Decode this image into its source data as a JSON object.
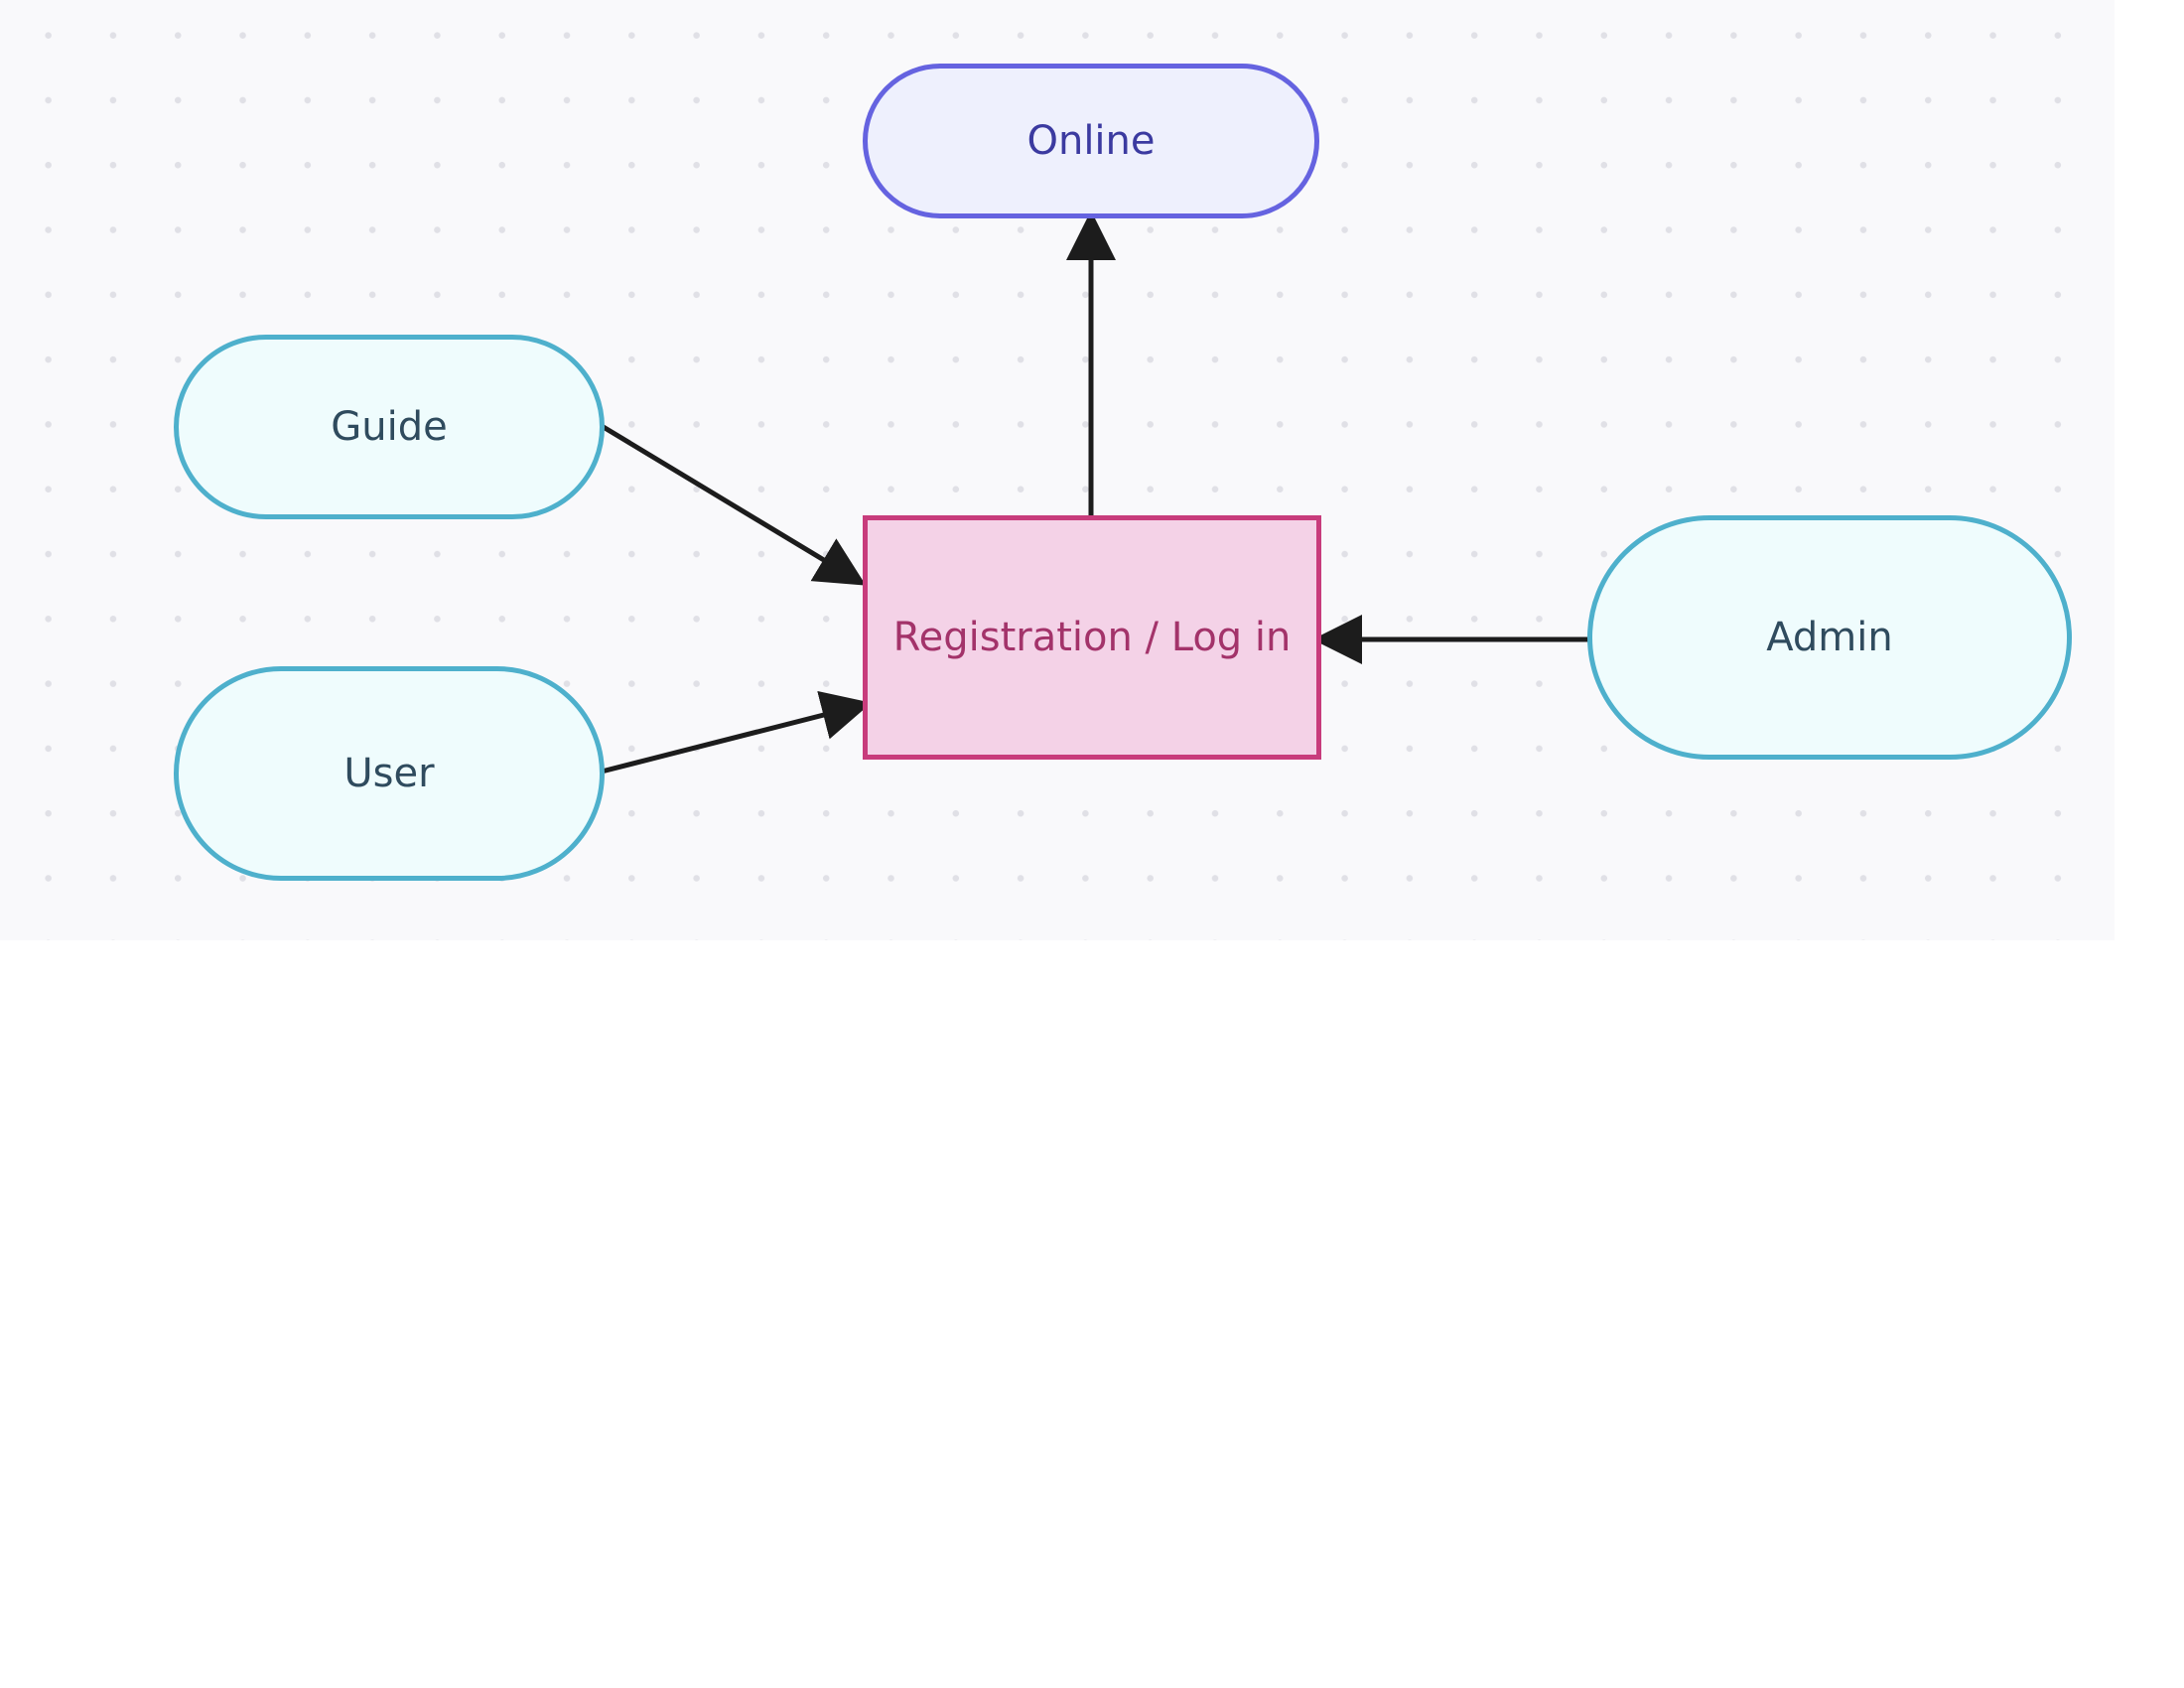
{
  "diagram": {
    "type": "flowchart",
    "nodes": [
      {
        "id": "online",
        "label": "Online",
        "shape": "terminal"
      },
      {
        "id": "guide",
        "label": "Guide",
        "shape": "terminal"
      },
      {
        "id": "user",
        "label": "User",
        "shape": "terminal"
      },
      {
        "id": "registration",
        "label": "Registration / Log in",
        "shape": "process"
      },
      {
        "id": "admin",
        "label": "Admin",
        "shape": "terminal"
      }
    ],
    "edges": [
      {
        "from": "guide",
        "to": "registration"
      },
      {
        "from": "user",
        "to": "registration"
      },
      {
        "from": "admin",
        "to": "registration"
      },
      {
        "from": "registration",
        "to": "online"
      }
    ]
  },
  "colors": {
    "canvas_background": "#f9f9fb",
    "terminal_border": "#4eb0cc",
    "terminal_fill": "#effcfd",
    "online_border": "#6563e0",
    "online_fill": "#eef0fd",
    "process_border": "#c83c7c",
    "process_fill": "#f4d2e7",
    "arrow": "#1c1c1c"
  }
}
